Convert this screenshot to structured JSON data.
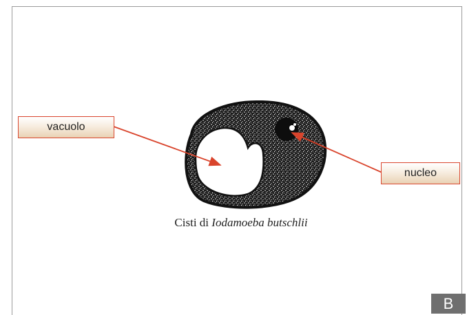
{
  "labels": {
    "vacuole": "vacuolo",
    "nucleus": "nucleo"
  },
  "caption": {
    "prefix": "Cisti di ",
    "species": "Iodamoeba butschlii"
  },
  "panel_letter": "B",
  "colors": {
    "arrow": "#d9442c",
    "frame": "#9a9a9a",
    "badge": "#6f6f6f"
  }
}
